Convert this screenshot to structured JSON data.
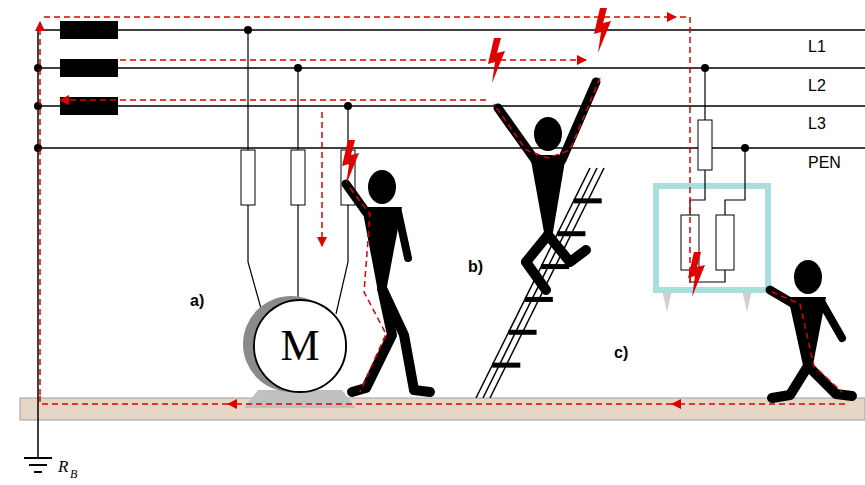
{
  "diagram": {
    "nodes": [
      {
        "text": [
          "M"
        ]
      }
    ],
    "edges": [],
    "labels": [
      "L1",
      "L2",
      "L3",
      "PEN",
      "a)",
      "b)",
      "c)",
      "R",
      "B"
    ]
  }
}
